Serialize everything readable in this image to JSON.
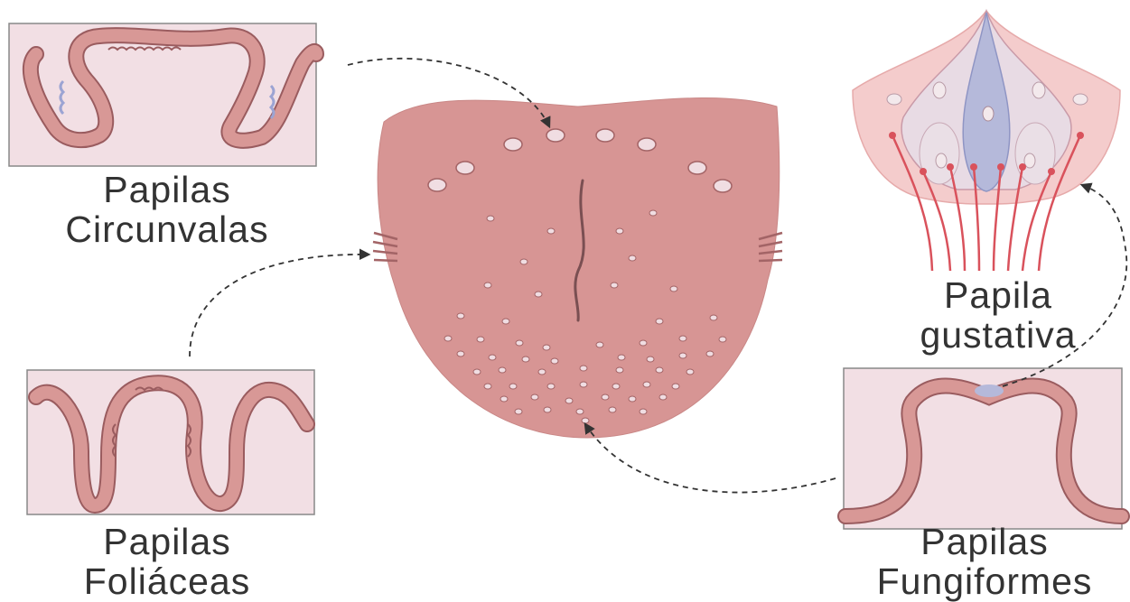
{
  "labels": {
    "circunvalas": {
      "line1": "Papilas",
      "line2": "Circunvalas"
    },
    "foliaceas": {
      "line1": "Papilas",
      "line2": "Foliáceas"
    },
    "gustativa": {
      "line1": "Papila",
      "line2": "gustativa"
    },
    "fungiformes": {
      "line1": "Papilas",
      "line2": "Fungiformes"
    }
  },
  "colors": {
    "tongue": "#d79594",
    "tongue_dark": "#b77474",
    "epithelium": "#d89896",
    "panel_bg": "#f2dfe4",
    "panel_border": "#888888",
    "papilla_dot": "#f0dde2",
    "taste_bud_blue": "#b5b9da",
    "nerve": "#d9525c"
  }
}
